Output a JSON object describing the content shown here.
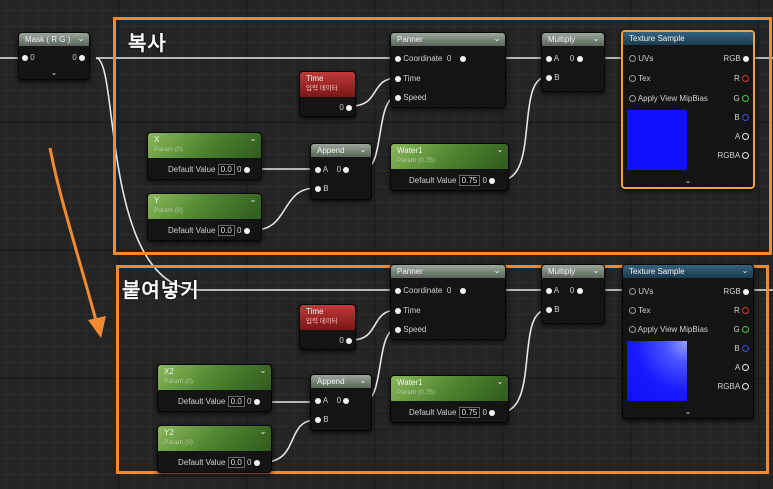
{
  "labels": {
    "copy": "복사",
    "paste": "붙여넣기"
  },
  "mask": {
    "title": "Mask ( R G )",
    "in_value": "0",
    "out_value": "0"
  },
  "copy": {
    "panner": {
      "title": "Panner",
      "coordinate": "Coordinate",
      "coordinate_value": "0",
      "time": "Time",
      "speed": "Speed"
    },
    "multiply": {
      "title": "Multiply",
      "a": "A",
      "a_value": "0",
      "b": "B"
    },
    "texture": {
      "title": "Texture Sample",
      "uvs": "UVs",
      "tex": "Tex",
      "mip": "Apply View MipBias",
      "rgb": "RGB",
      "r": "R",
      "g": "G",
      "b": "B",
      "a": "A",
      "rgba": "RGBA"
    },
    "time": {
      "title": "Time",
      "subtitle": "입력 데이터",
      "value": "0"
    },
    "x": {
      "title": "X",
      "subtitle": "Param (0)",
      "default_label": "Default Value",
      "default_value": "0.0",
      "out_value": "0"
    },
    "y": {
      "title": "Y",
      "subtitle": "Param (0)",
      "default_label": "Default Value",
      "default_value": "0.0",
      "out_value": "0"
    },
    "append": {
      "title": "Append",
      "a": "A",
      "a_value": "0",
      "b": "B"
    },
    "water": {
      "title": "Water1",
      "subtitle": "Param (0.75)",
      "default_label": "Default Value",
      "default_value": "0.75",
      "out_value": "0"
    }
  },
  "paste": {
    "panner": {
      "title": "Panner",
      "coordinate": "Coordinate",
      "coordinate_value": "0",
      "time": "Time",
      "speed": "Speed"
    },
    "multiply": {
      "title": "Multiply",
      "a": "A",
      "a_value": "0",
      "b": "B"
    },
    "texture": {
      "title": "Texture Sample",
      "uvs": "UVs",
      "tex": "Tex",
      "mip": "Apply View MipBias",
      "rgb": "RGB",
      "r": "R",
      "g": "G",
      "b": "B",
      "a": "A",
      "rgba": "RGBA"
    },
    "time": {
      "title": "Time",
      "subtitle": "입력 데이터",
      "value": "0"
    },
    "x": {
      "title": "X2",
      "subtitle": "Param (0)",
      "default_label": "Default Value",
      "default_value": "0.0",
      "out_value": "0"
    },
    "y": {
      "title": "Y2",
      "subtitle": "Param (0)",
      "default_label": "Default Value",
      "default_value": "0.0",
      "out_value": "0"
    },
    "append": {
      "title": "Append",
      "a": "A",
      "a_value": "0",
      "b": "B"
    },
    "water": {
      "title": "Water1",
      "subtitle": "Param (0.75)",
      "default_label": "Default Value",
      "default_value": "0.75",
      "out_value": "0"
    }
  },
  "colors": {
    "frame": "#f28a30",
    "selection": "#f2a33a",
    "wire": "#e8e8e8",
    "preview_blue": "#1010ff"
  },
  "icons": {
    "expand": "chevron-down-icon",
    "arrow": "annotation-arrow"
  }
}
